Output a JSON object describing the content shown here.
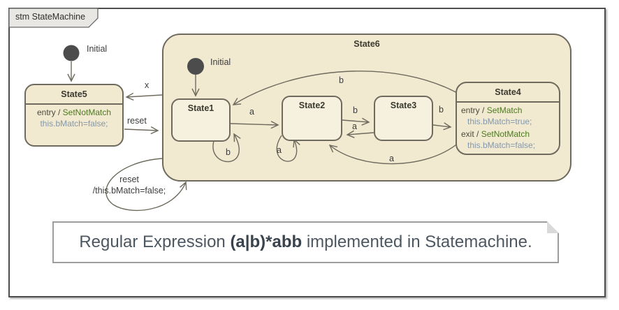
{
  "window": {
    "tab_label": "stm StateMachine"
  },
  "colors": {
    "state_fill": "#f2e9d1",
    "inner_state_fill": "#f6f0de",
    "line": "#6e6a5d",
    "action_green": "#4c7a1f",
    "code_blue_gray": "#8398ab",
    "tab_fill": "#e8e7e4",
    "initial_node": "#4c4c4c"
  },
  "nodes": {
    "initial_outer": {
      "label": "Initial"
    },
    "initial_inner": {
      "label": "Initial"
    },
    "state5": {
      "title": "State5",
      "entry_prefix": "entry / ",
      "entry_action": "SetNotMatch",
      "entry_code": "this.bMatch=false;"
    },
    "state6": {
      "title": "State6"
    },
    "state1": {
      "title": "State1"
    },
    "state2": {
      "title": "State2"
    },
    "state3": {
      "title": "State3"
    },
    "state4": {
      "title": "State4",
      "entry_prefix": "entry / ",
      "entry_action": "SetMatch",
      "entry_code": "this.bMatch=true;",
      "exit_prefix": "exit / ",
      "exit_action": "SetNotMatch",
      "exit_code": "this.bMatch=false;"
    }
  },
  "transitions": {
    "x_label": "x",
    "reset_label": "reset",
    "a_state1_state2": "a",
    "b_self_state1": "b",
    "a_self_state2": "a",
    "b_state2_state3": "b",
    "a_state3_state2": "a",
    "b_state3_state4": "b",
    "b_state4_state1": "b",
    "a_state4_state2": "a",
    "reset_self_line1": "reset",
    "reset_self_line2": "/this.bMatch=false;"
  },
  "note": {
    "text_prefix": "Regular Expression ",
    "text_bold": "(a|b)*abb",
    "text_suffix": " implemented in Statemachine."
  }
}
